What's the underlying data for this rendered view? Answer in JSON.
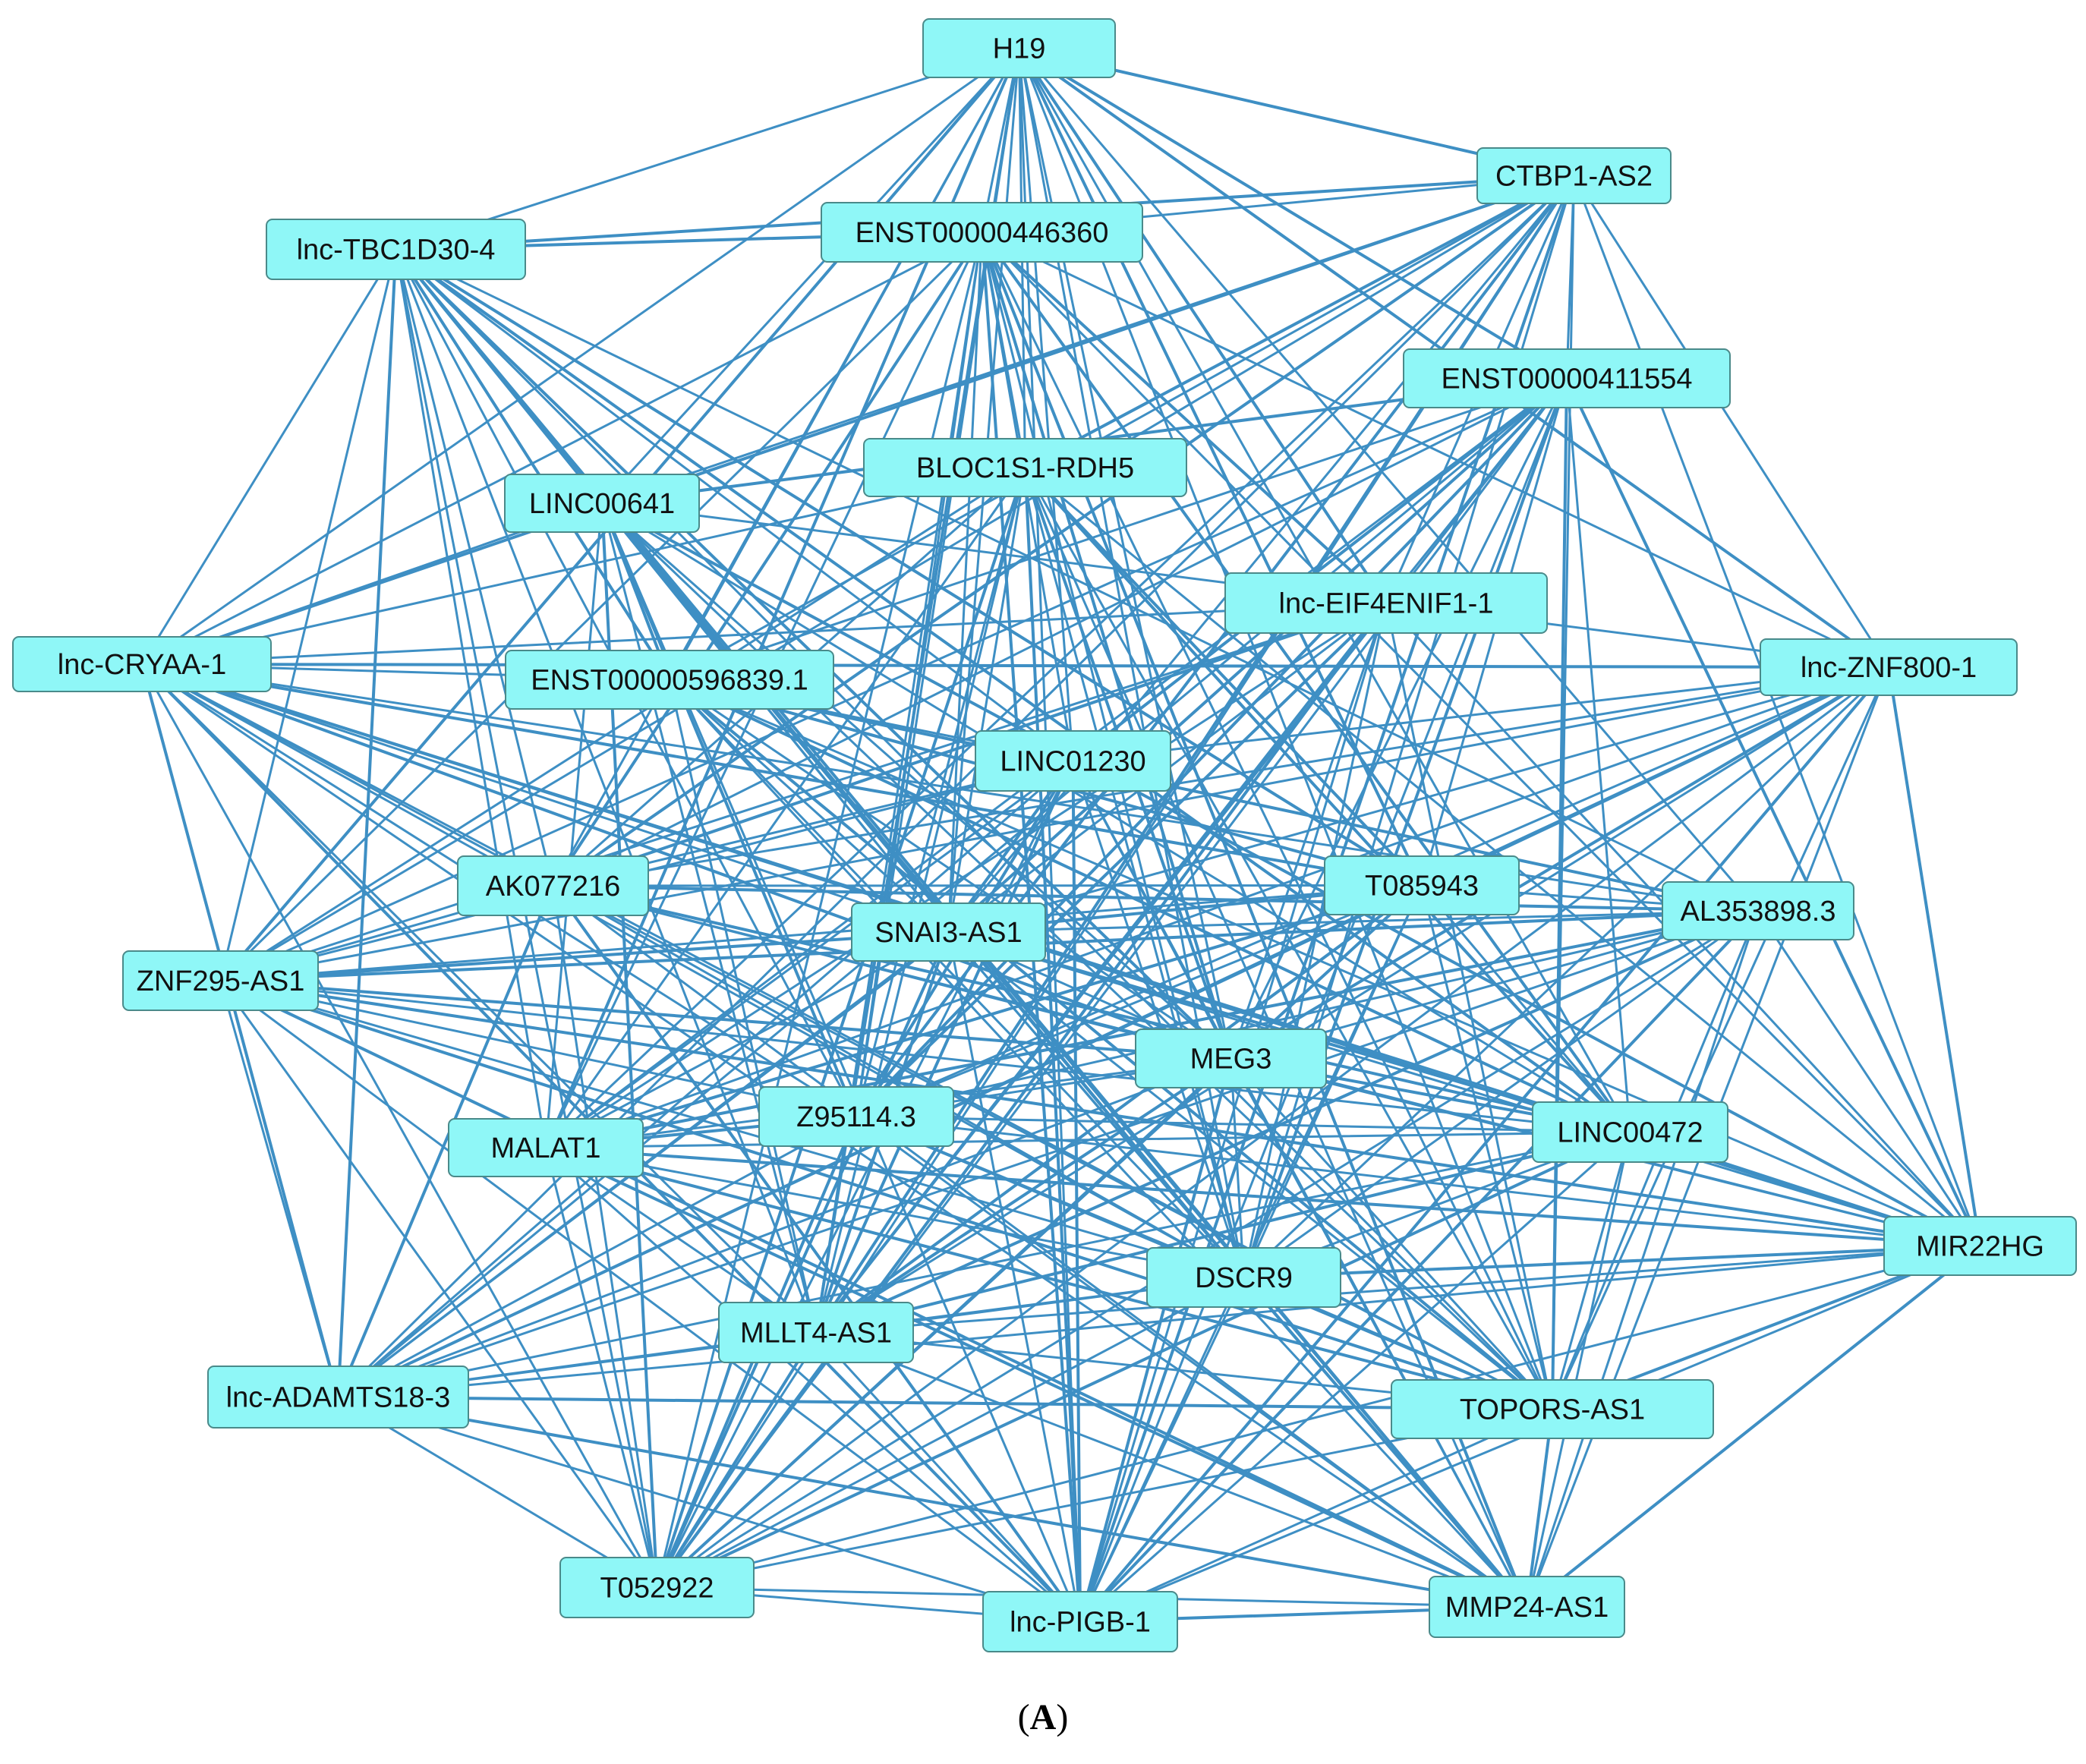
{
  "colors": {
    "node_fill": "#8ff7f7",
    "node_stroke": "#4a8a8a",
    "edge": "#3e8fc4"
  },
  "caption": {
    "open": "(",
    "letter": "A",
    "close": ")"
  },
  "nodes": [
    {
      "id": "H19",
      "label": "H19"
    },
    {
      "id": "CTBP1-AS2",
      "label": "CTBP1-AS2"
    },
    {
      "id": "lnc-TBC1D30-4",
      "label": "lnc-TBC1D30-4"
    },
    {
      "id": "ENST00000446360",
      "label": "ENST00000446360"
    },
    {
      "id": "ENST00000411554",
      "label": "ENST00000411554"
    },
    {
      "id": "BLOC1S1-RDH5",
      "label": "BLOC1S1-RDH5"
    },
    {
      "id": "LINC00641",
      "label": "LINC00641"
    },
    {
      "id": "lnc-EIF4ENIF1-1",
      "label": "lnc-EIF4ENIF1-1"
    },
    {
      "id": "lnc-CRYAA-1",
      "label": "lnc-CRYAA-1"
    },
    {
      "id": "ENST00000596839.1",
      "label": "ENST00000596839.1"
    },
    {
      "id": "lnc-ZNF800-1",
      "label": "lnc-ZNF800-1"
    },
    {
      "id": "LINC01230",
      "label": "LINC01230"
    },
    {
      "id": "AK077216",
      "label": "AK077216"
    },
    {
      "id": "T085943",
      "label": "T085943"
    },
    {
      "id": "AL353898.3",
      "label": "AL353898.3"
    },
    {
      "id": "SNAI3-AS1",
      "label": "SNAI3-AS1"
    },
    {
      "id": "ZNF295-AS1",
      "label": "ZNF295-AS1"
    },
    {
      "id": "MEG3",
      "label": "MEG3"
    },
    {
      "id": "Z95114.3",
      "label": "Z95114.3"
    },
    {
      "id": "MALAT1",
      "label": "MALAT1"
    },
    {
      "id": "LINC00472",
      "label": "LINC00472"
    },
    {
      "id": "MIR22HG",
      "label": "MIR22HG"
    },
    {
      "id": "DSCR9",
      "label": "DSCR9"
    },
    {
      "id": "MLLT4-AS1",
      "label": "MLLT4-AS1"
    },
    {
      "id": "lnc-ADAMTS18-3",
      "label": "lnc-ADAMTS18-3"
    },
    {
      "id": "TOPORS-AS1",
      "label": "TOPORS-AS1"
    },
    {
      "id": "T052922",
      "label": "T052922"
    },
    {
      "id": "lnc-PIGB-1",
      "label": "lnc-PIGB-1"
    },
    {
      "id": "MMP24-AS1",
      "label": "MMP24-AS1"
    }
  ],
  "edges": [
    [
      "H19",
      "CTBP1-AS2"
    ],
    [
      "H19",
      "lnc-TBC1D30-4"
    ],
    [
      "H19",
      "ENST00000446360"
    ],
    [
      "H19",
      "ENST00000411554"
    ],
    [
      "H19",
      "BLOC1S1-RDH5"
    ],
    [
      "H19",
      "LINC00641"
    ],
    [
      "H19",
      "lnc-EIF4ENIF1-1"
    ],
    [
      "H19",
      "lnc-CRYAA-1"
    ],
    [
      "H19",
      "ENST00000596839.1"
    ],
    [
      "H19",
      "lnc-ZNF800-1"
    ],
    [
      "H19",
      "LINC01230"
    ],
    [
      "H19",
      "AK077216"
    ],
    [
      "H19",
      "T085943"
    ],
    [
      "H19",
      "AL353898.3"
    ],
    [
      "H19",
      "SNAI3-AS1"
    ],
    [
      "H19",
      "ZNF295-AS1"
    ],
    [
      "H19",
      "MEG3"
    ],
    [
      "H19",
      "Z95114.3"
    ],
    [
      "H19",
      "MALAT1"
    ],
    [
      "H19",
      "LINC00472"
    ],
    [
      "H19",
      "DSCR9"
    ],
    [
      "H19",
      "MLLT4-AS1"
    ],
    [
      "H19",
      "TOPORS-AS1"
    ],
    [
      "H19",
      "lnc-PIGB-1"
    ],
    [
      "CTBP1-AS2",
      "lnc-TBC1D30-4"
    ],
    [
      "CTBP1-AS2",
      "ENST00000446360"
    ],
    [
      "CTBP1-AS2",
      "ENST00000411554"
    ],
    [
      "CTBP1-AS2",
      "BLOC1S1-RDH5"
    ],
    [
      "CTBP1-AS2",
      "LINC00641"
    ],
    [
      "CTBP1-AS2",
      "lnc-EIF4ENIF1-1"
    ],
    [
      "CTBP1-AS2",
      "lnc-CRYAA-1"
    ],
    [
      "CTBP1-AS2",
      "ENST00000596839.1"
    ],
    [
      "CTBP1-AS2",
      "lnc-ZNF800-1"
    ],
    [
      "CTBP1-AS2",
      "AK077216"
    ],
    [
      "CTBP1-AS2",
      "SNAI3-AS1"
    ],
    [
      "CTBP1-AS2",
      "ZNF295-AS1"
    ],
    [
      "CTBP1-AS2",
      "Z95114.3"
    ],
    [
      "CTBP1-AS2",
      "MALAT1"
    ],
    [
      "CTBP1-AS2",
      "MIR22HG"
    ],
    [
      "CTBP1-AS2",
      "MLLT4-AS1"
    ],
    [
      "CTBP1-AS2",
      "lnc-ADAMTS18-3"
    ],
    [
      "CTBP1-AS2",
      "T052922"
    ],
    [
      "CTBP1-AS2",
      "lnc-PIGB-1"
    ],
    [
      "CTBP1-AS2",
      "TOPORS-AS1"
    ],
    [
      "CTBP1-AS2",
      "DSCR9"
    ],
    [
      "lnc-TBC1D30-4",
      "ENST00000446360"
    ],
    [
      "lnc-TBC1D30-4",
      "LINC00641"
    ],
    [
      "lnc-TBC1D30-4",
      "lnc-CRYAA-1"
    ],
    [
      "lnc-TBC1D30-4",
      "ENST00000596839.1"
    ],
    [
      "lnc-TBC1D30-4",
      "LINC01230"
    ],
    [
      "lnc-TBC1D30-4",
      "AK077216"
    ],
    [
      "lnc-TBC1D30-4",
      "T085943"
    ],
    [
      "lnc-TBC1D30-4",
      "SNAI3-AS1"
    ],
    [
      "lnc-TBC1D30-4",
      "ZNF295-AS1"
    ],
    [
      "lnc-TBC1D30-4",
      "MEG3"
    ],
    [
      "lnc-TBC1D30-4",
      "Z95114.3"
    ],
    [
      "lnc-TBC1D30-4",
      "MALAT1"
    ],
    [
      "lnc-TBC1D30-4",
      "LINC00472"
    ],
    [
      "lnc-TBC1D30-4",
      "DSCR9"
    ],
    [
      "lnc-TBC1D30-4",
      "MLLT4-AS1"
    ],
    [
      "lnc-TBC1D30-4",
      "lnc-ADAMTS18-3"
    ],
    [
      "lnc-TBC1D30-4",
      "TOPORS-AS1"
    ],
    [
      "lnc-TBC1D30-4",
      "T052922"
    ],
    [
      "lnc-TBC1D30-4",
      "MMP24-AS1"
    ],
    [
      "lnc-TBC1D30-4",
      "AL353898.3"
    ],
    [
      "ENST00000446360",
      "BLOC1S1-RDH5"
    ],
    [
      "ENST00000446360",
      "lnc-EIF4ENIF1-1"
    ],
    [
      "ENST00000446360",
      "lnc-CRYAA-1"
    ],
    [
      "ENST00000446360",
      "LINC01230"
    ],
    [
      "ENST00000446360",
      "AK077216"
    ],
    [
      "ENST00000446360",
      "SNAI3-AS1"
    ],
    [
      "ENST00000446360",
      "ZNF295-AS1"
    ],
    [
      "ENST00000446360",
      "MEG3"
    ],
    [
      "ENST00000446360",
      "Z95114.3"
    ],
    [
      "ENST00000446360",
      "MALAT1"
    ],
    [
      "ENST00000446360",
      "LINC00472"
    ],
    [
      "ENST00000446360",
      "DSCR9"
    ],
    [
      "ENST00000446360",
      "MLLT4-AS1"
    ],
    [
      "ENST00000446360",
      "lnc-PIGB-1"
    ],
    [
      "ENST00000446360",
      "TOPORS-AS1"
    ],
    [
      "ENST00000446360",
      "T052922"
    ],
    [
      "ENST00000446360",
      "MMP24-AS1"
    ],
    [
      "ENST00000446360",
      "lnc-ZNF800-1"
    ],
    [
      "ENST00000446360",
      "MIR22HG"
    ],
    [
      "ENST00000411554",
      "LINC00641"
    ],
    [
      "ENST00000411554",
      "lnc-EIF4ENIF1-1"
    ],
    [
      "ENST00000411554",
      "ENST00000596839.1"
    ],
    [
      "ENST00000411554",
      "LINC01230"
    ],
    [
      "ENST00000411554",
      "AK077216"
    ],
    [
      "ENST00000411554",
      "T085943"
    ],
    [
      "ENST00000411554",
      "SNAI3-AS1"
    ],
    [
      "ENST00000411554",
      "ZNF295-AS1"
    ],
    [
      "ENST00000411554",
      "MEG3"
    ],
    [
      "ENST00000411554",
      "Z95114.3"
    ],
    [
      "ENST00000411554",
      "MALAT1"
    ],
    [
      "ENST00000411554",
      "LINC00472"
    ],
    [
      "ENST00000411554",
      "DSCR9"
    ],
    [
      "ENST00000411554",
      "MLLT4-AS1"
    ],
    [
      "ENST00000411554",
      "lnc-ADAMTS18-3"
    ],
    [
      "ENST00000411554",
      "TOPORS-AS1"
    ],
    [
      "ENST00000411554",
      "T052922"
    ],
    [
      "ENST00000411554",
      "lnc-PIGB-1"
    ],
    [
      "ENST00000411554",
      "MIR22HG"
    ],
    [
      "BLOC1S1-RDH5",
      "lnc-CRYAA-1"
    ],
    [
      "BLOC1S1-RDH5",
      "AK077216"
    ],
    [
      "BLOC1S1-RDH5",
      "T085943"
    ],
    [
      "BLOC1S1-RDH5",
      "SNAI3-AS1"
    ],
    [
      "BLOC1S1-RDH5",
      "ZNF295-AS1"
    ],
    [
      "BLOC1S1-RDH5",
      "MEG3"
    ],
    [
      "BLOC1S1-RDH5",
      "Z95114.3"
    ],
    [
      "BLOC1S1-RDH5",
      "MALAT1"
    ],
    [
      "BLOC1S1-RDH5",
      "LINC00472"
    ],
    [
      "BLOC1S1-RDH5",
      "DSCR9"
    ],
    [
      "BLOC1S1-RDH5",
      "MLLT4-AS1"
    ],
    [
      "BLOC1S1-RDH5",
      "lnc-PIGB-1"
    ],
    [
      "BLOC1S1-RDH5",
      "TOPORS-AS1"
    ],
    [
      "BLOC1S1-RDH5",
      "MMP24-AS1"
    ],
    [
      "BLOC1S1-RDH5",
      "T052922"
    ],
    [
      "BLOC1S1-RDH5",
      "MIR22HG"
    ],
    [
      "LINC00641",
      "lnc-CRYAA-1"
    ],
    [
      "LINC00641",
      "ENST00000596839.1"
    ],
    [
      "LINC00641",
      "SNAI3-AS1"
    ],
    [
      "LINC00641",
      "MEG3"
    ],
    [
      "LINC00641",
      "Z95114.3"
    ],
    [
      "LINC00641",
      "MALAT1"
    ],
    [
      "LINC00641",
      "LINC00472"
    ],
    [
      "LINC00641",
      "DSCR9"
    ],
    [
      "LINC00641",
      "MLLT4-AS1"
    ],
    [
      "LINC00641",
      "TOPORS-AS1"
    ],
    [
      "LINC00641",
      "T052922"
    ],
    [
      "LINC00641",
      "lnc-PIGB-1"
    ],
    [
      "LINC00641",
      "MMP24-AS1"
    ],
    [
      "LINC00641",
      "MIR22HG"
    ],
    [
      "LINC00641",
      "lnc-ZNF800-1"
    ],
    [
      "lnc-EIF4ENIF1-1",
      "lnc-CRYAA-1"
    ],
    [
      "lnc-EIF4ENIF1-1",
      "AK077216"
    ],
    [
      "lnc-EIF4ENIF1-1",
      "ZNF295-AS1"
    ],
    [
      "lnc-EIF4ENIF1-1",
      "MEG3"
    ],
    [
      "lnc-EIF4ENIF1-1",
      "Z95114.3"
    ],
    [
      "lnc-EIF4ENIF1-1",
      "MALAT1"
    ],
    [
      "lnc-EIF4ENIF1-1",
      "DSCR9"
    ],
    [
      "lnc-EIF4ENIF1-1",
      "MLLT4-AS1"
    ],
    [
      "lnc-EIF4ENIF1-1",
      "lnc-ADAMTS18-3"
    ],
    [
      "lnc-EIF4ENIF1-1",
      "TOPORS-AS1"
    ],
    [
      "lnc-EIF4ENIF1-1",
      "T052922"
    ],
    [
      "lnc-EIF4ENIF1-1",
      "lnc-PIGB-1"
    ],
    [
      "lnc-EIF4ENIF1-1",
      "MIR22HG"
    ],
    [
      "lnc-CRYAA-1",
      "lnc-ZNF800-1"
    ],
    [
      "lnc-CRYAA-1",
      "ENST00000596839.1"
    ],
    [
      "lnc-CRYAA-1",
      "AK077216"
    ],
    [
      "lnc-CRYAA-1",
      "T085943"
    ],
    [
      "lnc-CRYAA-1",
      "AL353898.3"
    ],
    [
      "lnc-CRYAA-1",
      "SNAI3-AS1"
    ],
    [
      "lnc-CRYAA-1",
      "MEG3"
    ],
    [
      "lnc-CRYAA-1",
      "Z95114.3"
    ],
    [
      "lnc-CRYAA-1",
      "LINC00472"
    ],
    [
      "lnc-CRYAA-1",
      "MIR22HG"
    ],
    [
      "lnc-CRYAA-1",
      "DSCR9"
    ],
    [
      "lnc-CRYAA-1",
      "MLLT4-AS1"
    ],
    [
      "lnc-CRYAA-1",
      "lnc-ADAMTS18-3"
    ],
    [
      "lnc-CRYAA-1",
      "TOPORS-AS1"
    ],
    [
      "lnc-CRYAA-1",
      "T052922"
    ],
    [
      "lnc-CRYAA-1",
      "lnc-PIGB-1"
    ],
    [
      "lnc-CRYAA-1",
      "MMP24-AS1"
    ],
    [
      "ENST00000596839.1",
      "LINC01230"
    ],
    [
      "ENST00000596839.1",
      "T085943"
    ],
    [
      "ENST00000596839.1",
      "SNAI3-AS1"
    ],
    [
      "ENST00000596839.1",
      "MEG3"
    ],
    [
      "ENST00000596839.1",
      "LINC00472"
    ],
    [
      "ENST00000596839.1",
      "DSCR9"
    ],
    [
      "ENST00000596839.1",
      "MLLT4-AS1"
    ],
    [
      "ENST00000596839.1",
      "TOPORS-AS1"
    ],
    [
      "ENST00000596839.1",
      "MMP24-AS1"
    ],
    [
      "ENST00000596839.1",
      "MIR22HG"
    ],
    [
      "ENST00000596839.1",
      "AL353898.3"
    ],
    [
      "lnc-ZNF800-1",
      "LINC01230"
    ],
    [
      "lnc-ZNF800-1",
      "AK077216"
    ],
    [
      "lnc-ZNF800-1",
      "T085943"
    ],
    [
      "lnc-ZNF800-1",
      "SNAI3-AS1"
    ],
    [
      "lnc-ZNF800-1",
      "ZNF295-AS1"
    ],
    [
      "lnc-ZNF800-1",
      "MEG3"
    ],
    [
      "lnc-ZNF800-1",
      "Z95114.3"
    ],
    [
      "lnc-ZNF800-1",
      "MALAT1"
    ],
    [
      "lnc-ZNF800-1",
      "MIR22HG"
    ],
    [
      "lnc-ZNF800-1",
      "DSCR9"
    ],
    [
      "lnc-ZNF800-1",
      "MLLT4-AS1"
    ],
    [
      "lnc-ZNF800-1",
      "lnc-ADAMTS18-3"
    ],
    [
      "lnc-ZNF800-1",
      "TOPORS-AS1"
    ],
    [
      "lnc-ZNF800-1",
      "T052922"
    ],
    [
      "lnc-ZNF800-1",
      "lnc-PIGB-1"
    ],
    [
      "lnc-ZNF800-1",
      "MMP24-AS1"
    ],
    [
      "LINC01230",
      "AK077216"
    ],
    [
      "LINC01230",
      "SNAI3-AS1"
    ],
    [
      "LINC01230",
      "ZNF295-AS1"
    ],
    [
      "LINC01230",
      "MEG3"
    ],
    [
      "LINC01230",
      "Z95114.3"
    ],
    [
      "LINC01230",
      "MALAT1"
    ],
    [
      "LINC01230",
      "DSCR9"
    ],
    [
      "LINC01230",
      "MLLT4-AS1"
    ],
    [
      "LINC01230",
      "lnc-ADAMTS18-3"
    ],
    [
      "LINC01230",
      "T052922"
    ],
    [
      "LINC01230",
      "lnc-PIGB-1"
    ],
    [
      "LINC01230",
      "MMP24-AS1"
    ],
    [
      "AK077216",
      "T085943"
    ],
    [
      "AK077216",
      "AL353898.3"
    ],
    [
      "AK077216",
      "ZNF295-AS1"
    ],
    [
      "AK077216",
      "MEG3"
    ],
    [
      "AK077216",
      "LINC00472"
    ],
    [
      "AK077216",
      "MIR22HG"
    ],
    [
      "AK077216",
      "DSCR9"
    ],
    [
      "AK077216",
      "lnc-ADAMTS18-3"
    ],
    [
      "AK077216",
      "TOPORS-AS1"
    ],
    [
      "AK077216",
      "T052922"
    ],
    [
      "AK077216",
      "lnc-PIGB-1"
    ],
    [
      "AK077216",
      "MMP24-AS1"
    ],
    [
      "T085943",
      "AL353898.3"
    ],
    [
      "T085943",
      "SNAI3-AS1"
    ],
    [
      "T085943",
      "ZNF295-AS1"
    ],
    [
      "T085943",
      "Z95114.3"
    ],
    [
      "T085943",
      "MALAT1"
    ],
    [
      "T085943",
      "LINC00472"
    ],
    [
      "T085943",
      "DSCR9"
    ],
    [
      "T085943",
      "MLLT4-AS1"
    ],
    [
      "T085943",
      "lnc-ADAMTS18-3"
    ],
    [
      "T085943",
      "TOPORS-AS1"
    ],
    [
      "T085943",
      "T052922"
    ],
    [
      "T085943",
      "lnc-PIGB-1"
    ],
    [
      "AL353898.3",
      "SNAI3-AS1"
    ],
    [
      "AL353898.3",
      "ZNF295-AS1"
    ],
    [
      "AL353898.3",
      "MEG3"
    ],
    [
      "AL353898.3",
      "Z95114.3"
    ],
    [
      "AL353898.3",
      "MALAT1"
    ],
    [
      "AL353898.3",
      "MIR22HG"
    ],
    [
      "AL353898.3",
      "DSCR9"
    ],
    [
      "AL353898.3",
      "MLLT4-AS1"
    ],
    [
      "AL353898.3",
      "lnc-ADAMTS18-3"
    ],
    [
      "AL353898.3",
      "T052922"
    ],
    [
      "AL353898.3",
      "lnc-PIGB-1"
    ],
    [
      "AL353898.3",
      "MMP24-AS1"
    ],
    [
      "AL353898.3",
      "TOPORS-AS1"
    ],
    [
      "SNAI3-AS1",
      "ZNF295-AS1"
    ],
    [
      "SNAI3-AS1",
      "MEG3"
    ],
    [
      "SNAI3-AS1",
      "MALAT1"
    ],
    [
      "SNAI3-AS1",
      "LINC00472"
    ],
    [
      "SNAI3-AS1",
      "MIR22HG"
    ],
    [
      "SNAI3-AS1",
      "DSCR9"
    ],
    [
      "SNAI3-AS1",
      "MLLT4-AS1"
    ],
    [
      "SNAI3-AS1",
      "lnc-ADAMTS18-3"
    ],
    [
      "SNAI3-AS1",
      "TOPORS-AS1"
    ],
    [
      "SNAI3-AS1",
      "T052922"
    ],
    [
      "SNAI3-AS1",
      "lnc-PIGB-1"
    ],
    [
      "SNAI3-AS1",
      "MMP24-AS1"
    ],
    [
      "ZNF295-AS1",
      "MEG3"
    ],
    [
      "ZNF295-AS1",
      "Z95114.3"
    ],
    [
      "ZNF295-AS1",
      "LINC00472"
    ],
    [
      "ZNF295-AS1",
      "MIR22HG"
    ],
    [
      "ZNF295-AS1",
      "DSCR9"
    ],
    [
      "ZNF295-AS1",
      "lnc-ADAMTS18-3"
    ],
    [
      "ZNF295-AS1",
      "TOPORS-AS1"
    ],
    [
      "ZNF295-AS1",
      "T052922"
    ],
    [
      "ZNF295-AS1",
      "lnc-PIGB-1"
    ],
    [
      "ZNF295-AS1",
      "MMP24-AS1"
    ],
    [
      "MEG3",
      "Z95114.3"
    ],
    [
      "MEG3",
      "MALAT1"
    ],
    [
      "MEG3",
      "LINC00472"
    ],
    [
      "MEG3",
      "MIR22HG"
    ],
    [
      "MEG3",
      "DSCR9"
    ],
    [
      "MEG3",
      "MLLT4-AS1"
    ],
    [
      "MEG3",
      "lnc-ADAMTS18-3"
    ],
    [
      "MEG3",
      "T052922"
    ],
    [
      "MEG3",
      "lnc-PIGB-1"
    ],
    [
      "MEG3",
      "MMP24-AS1"
    ],
    [
      "MEG3",
      "TOPORS-AS1"
    ],
    [
      "Z95114.3",
      "MALAT1"
    ],
    [
      "Z95114.3",
      "LINC00472"
    ],
    [
      "Z95114.3",
      "MIR22HG"
    ],
    [
      "Z95114.3",
      "DSCR9"
    ],
    [
      "Z95114.3",
      "lnc-ADAMTS18-3"
    ],
    [
      "Z95114.3",
      "TOPORS-AS1"
    ],
    [
      "Z95114.3",
      "T052922"
    ],
    [
      "Z95114.3",
      "MMP24-AS1"
    ],
    [
      "MALAT1",
      "LINC00472"
    ],
    [
      "MALAT1",
      "MIR22HG"
    ],
    [
      "MALAT1",
      "DSCR9"
    ],
    [
      "MALAT1",
      "MLLT4-AS1"
    ],
    [
      "MALAT1",
      "TOPORS-AS1"
    ],
    [
      "MALAT1",
      "T052922"
    ],
    [
      "MALAT1",
      "lnc-PIGB-1"
    ],
    [
      "MALAT1",
      "MMP24-AS1"
    ],
    [
      "LINC00472",
      "MIR22HG"
    ],
    [
      "LINC00472",
      "DSCR9"
    ],
    [
      "LINC00472",
      "MLLT4-AS1"
    ],
    [
      "LINC00472",
      "lnc-ADAMTS18-3"
    ],
    [
      "LINC00472",
      "TOPORS-AS1"
    ],
    [
      "LINC00472",
      "T052922"
    ],
    [
      "LINC00472",
      "lnc-PIGB-1"
    ],
    [
      "LINC00472",
      "MMP24-AS1"
    ],
    [
      "MIR22HG",
      "DSCR9"
    ],
    [
      "MIR22HG",
      "MLLT4-AS1"
    ],
    [
      "MIR22HG",
      "lnc-ADAMTS18-3"
    ],
    [
      "MIR22HG",
      "TOPORS-AS1"
    ],
    [
      "MIR22HG",
      "T052922"
    ],
    [
      "MIR22HG",
      "lnc-PIGB-1"
    ],
    [
      "MIR22HG",
      "MMP24-AS1"
    ],
    [
      "DSCR9",
      "MLLT4-AS1"
    ],
    [
      "DSCR9",
      "lnc-ADAMTS18-3"
    ],
    [
      "DSCR9",
      "TOPORS-AS1"
    ],
    [
      "DSCR9",
      "T052922"
    ],
    [
      "DSCR9",
      "lnc-PIGB-1"
    ],
    [
      "DSCR9",
      "MMP24-AS1"
    ],
    [
      "MLLT4-AS1",
      "lnc-ADAMTS18-3"
    ],
    [
      "MLLT4-AS1",
      "TOPORS-AS1"
    ],
    [
      "MLLT4-AS1",
      "T052922"
    ],
    [
      "MLLT4-AS1",
      "lnc-PIGB-1"
    ],
    [
      "MLLT4-AS1",
      "MMP24-AS1"
    ],
    [
      "lnc-ADAMTS18-3",
      "TOPORS-AS1"
    ],
    [
      "lnc-ADAMTS18-3",
      "T052922"
    ],
    [
      "lnc-ADAMTS18-3",
      "lnc-PIGB-1"
    ],
    [
      "lnc-ADAMTS18-3",
      "MMP24-AS1"
    ],
    [
      "TOPORS-AS1",
      "T052922"
    ],
    [
      "TOPORS-AS1",
      "lnc-PIGB-1"
    ],
    [
      "TOPORS-AS1",
      "MMP24-AS1"
    ],
    [
      "T052922",
      "lnc-PIGB-1"
    ],
    [
      "T052922",
      "MMP24-AS1"
    ],
    [
      "lnc-PIGB-1",
      "MMP24-AS1"
    ]
  ]
}
